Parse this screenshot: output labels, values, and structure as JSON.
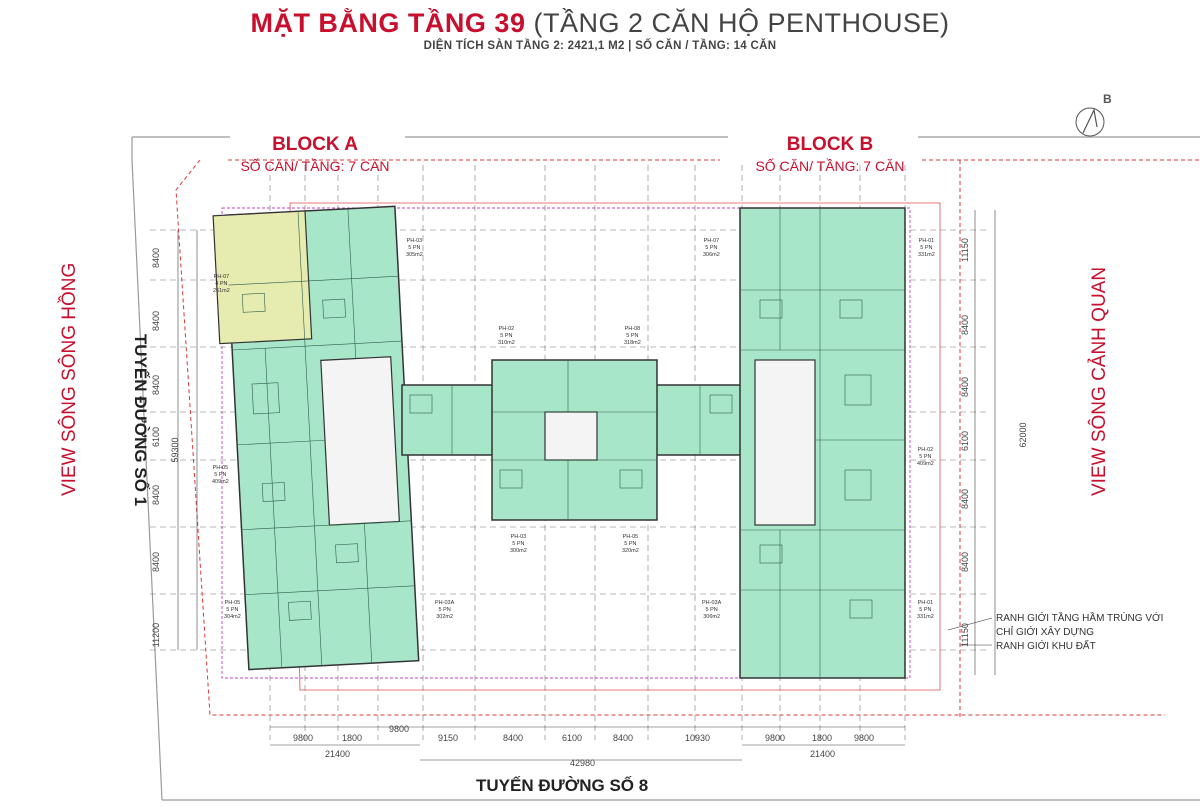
{
  "header": {
    "title_main": "MẶT BẰNG TẦNG 39",
    "title_paren": "(TẦNG 2 CĂN HỘ PENTHOUSE)",
    "subtitle": "DIỆN TÍCH SÀN TẦNG 2: 2421,1 M2 | SỐ CĂN / TẦNG: 14 CĂN"
  },
  "blocks": {
    "a": {
      "name": "BLOCK A",
      "count": "SỐ CĂN/ TẦNG: 7 CĂN"
    },
    "b": {
      "name": "BLOCK B",
      "count": "SỐ CĂN/ TẦNG: 7 CĂN"
    }
  },
  "views": {
    "left": "VIEW SÔNG SÔNG HỒNG",
    "right": "VIEW SÔNG CẢNH QUAN"
  },
  "roads": {
    "left": "TUYẾN ĐƯỜNG SỐ 1",
    "bottom": "TUYẾN ĐƯỜNG SỐ 8"
  },
  "compass": {
    "label": "B"
  },
  "legend": {
    "line1": "RANH GIỚI TẦNG HẦM TRÙNG VỚI",
    "line2": "CHỈ GIỚI XÂY DỰNG",
    "line3": "RANH GIỚI KHU ĐẤT"
  },
  "dims": {
    "left": [
      "8400",
      "8400",
      "8400",
      "6100",
      "8400",
      "8400",
      "11200"
    ],
    "left_total": "59300",
    "right": [
      "11150",
      "8400",
      "8400",
      "6100",
      "8400",
      "8400",
      "11150"
    ],
    "right_total": "62000",
    "bottom": [
      "9800",
      "1800",
      "9800",
      "9150",
      "8400",
      "6100",
      "8400",
      "10930",
      "9800",
      "1800",
      "9800"
    ],
    "bottom_sub": [
      "21400",
      "21400"
    ],
    "bottom_total": "42980"
  },
  "units": [
    {
      "code": "PH-07",
      "rooms": "4 PN",
      "area": "261m2"
    },
    {
      "code": "PH-03",
      "rooms": "5 PN",
      "area": "305m2"
    },
    {
      "code": "PH-07",
      "rooms": "5 PN",
      "area": "306m2"
    },
    {
      "code": "PH-01",
      "rooms": "5 PN",
      "area": "331m2"
    },
    {
      "code": "PH-02",
      "rooms": "5 PN",
      "area": "310m2"
    },
    {
      "code": "PH-08",
      "rooms": "5 PN",
      "area": "318m2"
    },
    {
      "code": "PH-05",
      "rooms": "5 PN",
      "area": "409m2"
    },
    {
      "code": "PH-02",
      "rooms": "5 PN",
      "area": "409m2"
    },
    {
      "code": "PH-03",
      "rooms": "5 PN",
      "area": "300m2"
    },
    {
      "code": "PH-05",
      "rooms": "5 PN",
      "area": "320m2"
    },
    {
      "code": "PH-05",
      "rooms": "5 PN",
      "area": "304m2"
    },
    {
      "code": "PH-03A",
      "rooms": "5 PN",
      "area": "302m2"
    },
    {
      "code": "PH-03A",
      "rooms": "5 PN",
      "area": "306m2"
    },
    {
      "code": "PH-01",
      "rooms": "5 PN",
      "area": "331m2"
    }
  ],
  "colors": {
    "accent": "#c8102e",
    "unit_fill": "#a8e6c9",
    "highlight_fill": "#e6ebb0",
    "boundary": "#d83a3a",
    "basement_line": "#c244c2"
  }
}
